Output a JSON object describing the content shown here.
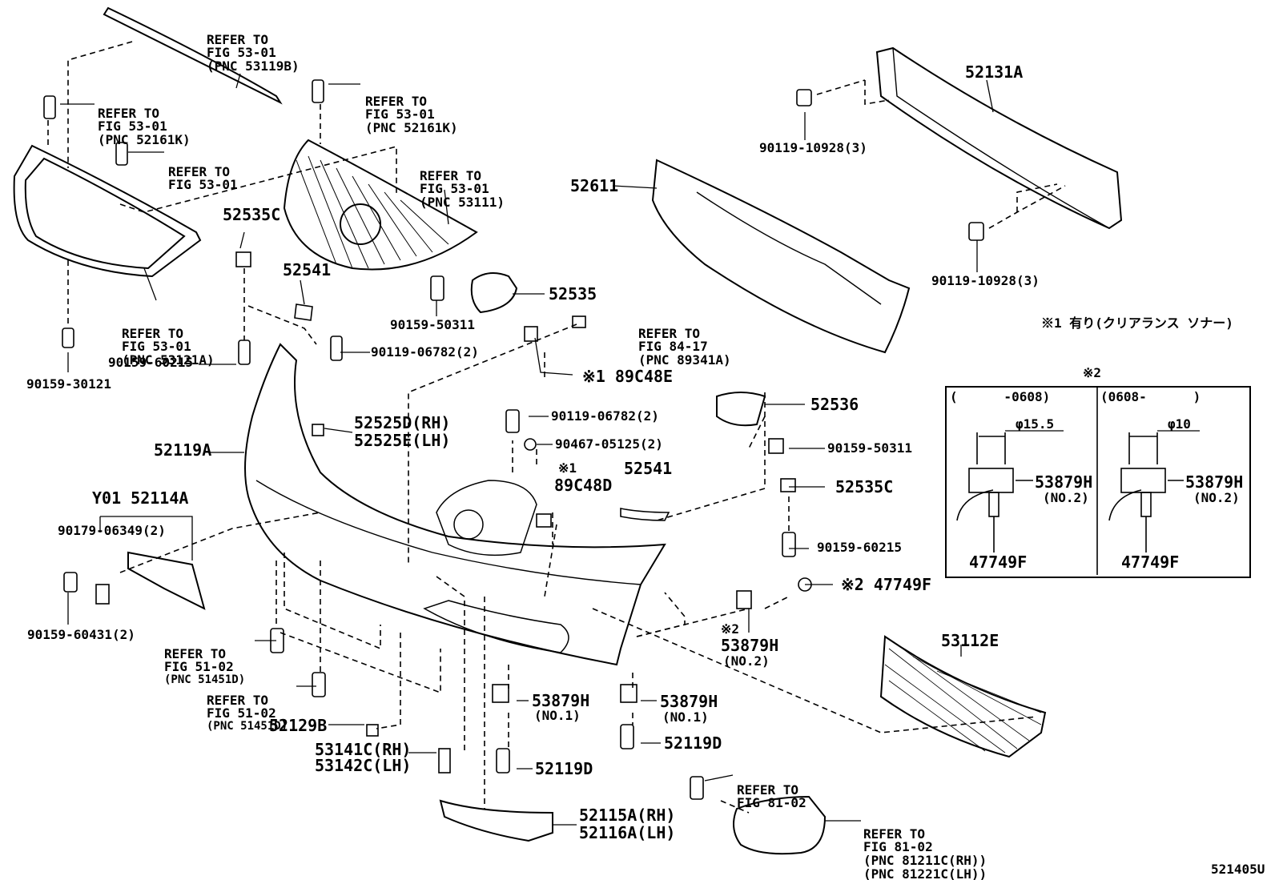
{
  "labels": {
    "refer_53119b": [
      "REFER TO",
      "FIG 53-01",
      "(PNC 53119B)"
    ],
    "refer_52161k_left": [
      "REFER TO",
      "FIG 53-01",
      "(PNC 52161K)"
    ],
    "refer_5301_clip": [
      "REFER TO",
      "FIG 53-01"
    ],
    "refer_52161k_mid": [
      "REFER TO",
      "FIG 53-01",
      "(PNC 52161K)"
    ],
    "refer_53111": [
      "REFER TO",
      "FIG 53-01",
      "(PNC 53111)"
    ],
    "refer_53121a": [
      "REFER TO",
      "FIG 53-01",
      "(PNC 53121A)"
    ],
    "refer_89341a": [
      "REFER TO",
      "FIG 84-17",
      "(PNC 89341A)"
    ],
    "refer_51451d_a": [
      "REFER TO",
      "FIG 51-02",
      "(PNC 51451D)"
    ],
    "refer_51451d_b": [
      "REFER TO",
      "FIG 51-02",
      "(PNC 51451D)"
    ],
    "refer_81_02_bolt": [
      "REFER TO",
      "FIG 81-02"
    ],
    "refer_81211c": [
      "REFER TO",
      "FIG 81-02",
      "(PNC 81211C(RH))",
      "(PNC 81221C(LH))"
    ],
    "p52131A": "52131A",
    "p90119_10928_top": "90119-10928(3)",
    "p90119_10928_bot": "90119-10928(3)",
    "p52611": "52611",
    "p52535C_left": "52535C",
    "p52541_left": "52541",
    "p52535": "52535",
    "p90159_50311_left": "90159-50311",
    "p90159_60215_left": "90159-60215",
    "p90159_30121": "90159-30121",
    "p90119_06782_a": "90119-06782(2)",
    "p89C48E": "※1 89C48E",
    "p52525D": "52525D(RH)",
    "p52525E": "52525E(LH)",
    "p52119A": "52119A",
    "p90119_06782_b": "90119-06782(2)",
    "p90467_05125": "90467-05125(2)",
    "p89C48D_note": "※1",
    "p89C48D": "89C48D",
    "p52541_right": "52541",
    "p52536": "52536",
    "p90159_50311_right": "90159-50311",
    "p52535C_right": "52535C",
    "p90159_60215_right": "90159-60215",
    "p47749F_right": "※2 47749F",
    "p53879H_no2_note": "※2",
    "p53879H_no2": "53879H",
    "p53879H_no2_sub": "(NO.2)",
    "pY01_52114A": "Y01 52114A",
    "p90179_06349": "90179-06349(2)",
    "p90159_60431": "90159-60431(2)",
    "p53879H_no1_a": "53879H",
    "p53879H_no1_a_sub": "(NO.1)",
    "p53879H_no1_b": "53879H",
    "p53879H_no1_b_sub": "(NO.1)",
    "p52119D_a": "52119D",
    "p52119D_b": "52119D",
    "p52129B": "52129B",
    "p53141C": "53141C(RH)",
    "p53142C": "53142C(LH)",
    "p52115A": "52115A(RH)",
    "p52116A": "52116A(LH)",
    "p53112E": "53112E",
    "note1": "※1 有り(クリアランス ソナー)",
    "inset_title": "※2",
    "inset_left_head": "(      -0608)",
    "inset_right_head": "(0608-      )",
    "inset_left_dia": "φ15.5",
    "inset_right_dia": "φ10",
    "inset_left_53879H": "53879H",
    "inset_left_no2": "(NO.2)",
    "inset_right_53879H": "53879H",
    "inset_right_no2": "(NO.2)",
    "inset_left_47749F": "47749F",
    "inset_right_47749F": "47749F",
    "figure_id": "521405U"
  }
}
